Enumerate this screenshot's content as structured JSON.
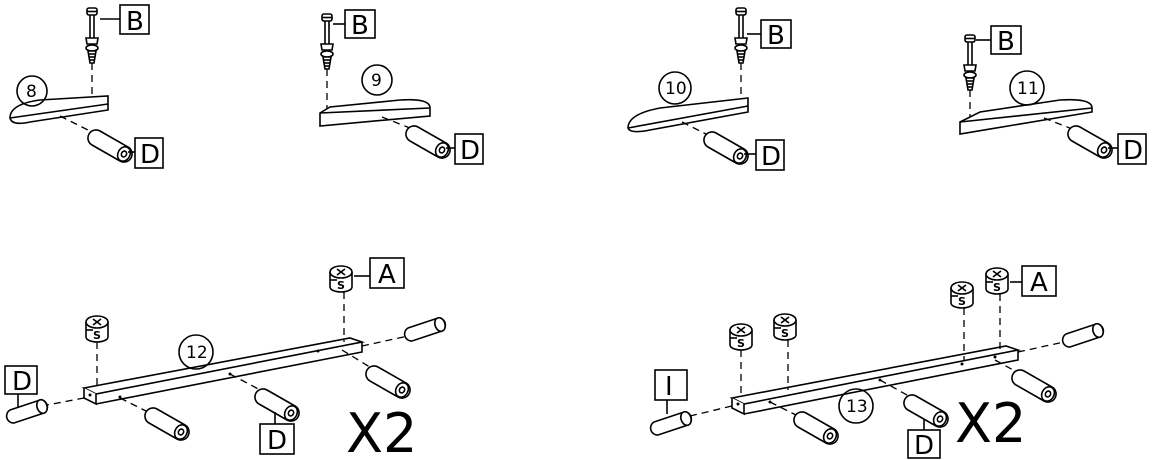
{
  "steps": {
    "s8": {
      "number": "8",
      "screw_label": "B",
      "dowel_label": "D"
    },
    "s9": {
      "number": "9",
      "screw_label": "B",
      "dowel_label": "D"
    },
    "s10": {
      "number": "10",
      "screw_label": "B",
      "dowel_label": "D"
    },
    "s11": {
      "number": "11",
      "screw_label": "B",
      "dowel_label": "D"
    },
    "s12": {
      "number": "12",
      "cam_label": "A",
      "dowel_label_left": "D",
      "dowel_label_bottom": "D",
      "multiplier": "X2"
    },
    "s13": {
      "number": "13",
      "cam_label": "A",
      "pin_label": "I",
      "dowel_label_bottom": "D",
      "multiplier": "X2"
    }
  }
}
